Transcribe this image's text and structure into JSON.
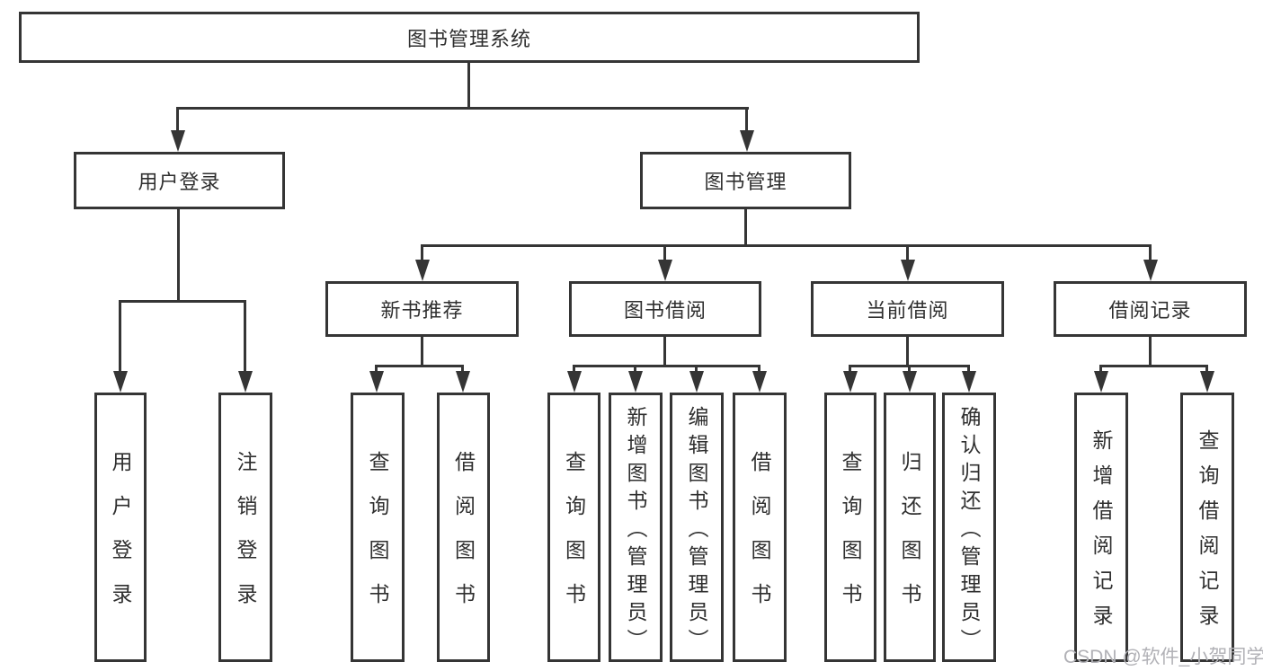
{
  "tree": {
    "root": {
      "label": "图书管理系统",
      "children": [
        {
          "label": "用户登录",
          "children": [
            {
              "label": "用户登录"
            },
            {
              "label": "注销登录"
            }
          ]
        },
        {
          "label": "图书管理",
          "children": [
            {
              "label": "新书推荐",
              "children": [
                {
                  "label": "查询图书"
                },
                {
                  "label": "借阅图书"
                }
              ]
            },
            {
              "label": "图书借阅",
              "children": [
                {
                  "label": "查询图书"
                },
                {
                  "label": "新增图书（管理员）"
                },
                {
                  "label": "编辑图书（管理员）"
                },
                {
                  "label": "借阅图书"
                }
              ]
            },
            {
              "label": "当前借阅",
              "children": [
                {
                  "label": "查询图书"
                },
                {
                  "label": "归还图书"
                },
                {
                  "label": "确认归还（管理员）"
                }
              ]
            },
            {
              "label": "借阅记录",
              "children": [
                {
                  "label": "新增借阅记录"
                },
                {
                  "label": "查询借阅记录"
                }
              ]
            }
          ]
        }
      ]
    }
  },
  "watermark": {
    "text": "CSDN @软件_小贺同学"
  },
  "colors": {
    "line": "#353535",
    "text": "#2f2f2f",
    "watermark": "#b1b1b6",
    "background": "#ffffff"
  }
}
